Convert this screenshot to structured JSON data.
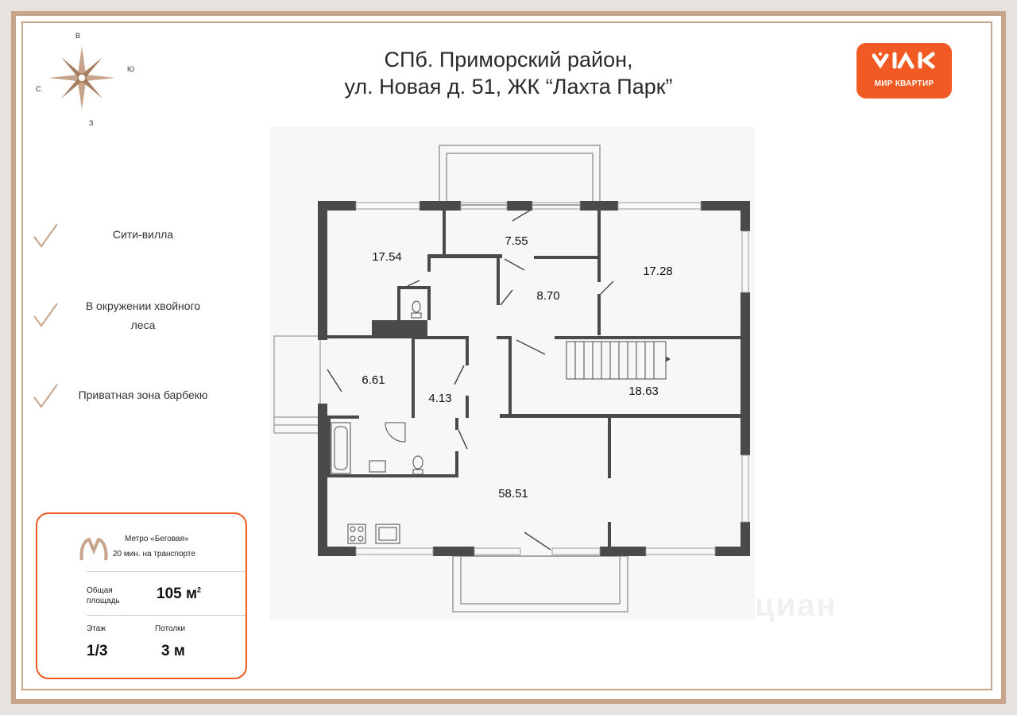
{
  "title": {
    "line1": "СПб. Приморский район,",
    "line2": "ул. Новая д. 51, ЖК “Лахта Парк”"
  },
  "logo": {
    "text": "МИР КВАРТИР",
    "color": "#f15a22"
  },
  "compass": {
    "north": "В",
    "east": "Ю",
    "west": "С",
    "south": "З"
  },
  "features": [
    {
      "text": "Сити-вилла"
    },
    {
      "text": "В окружении хвойного леса"
    },
    {
      "text": "Приватная зона барбекю"
    }
  ],
  "info": {
    "metro_name": "Метро «Беговая»",
    "metro_time": "20 мин. на транспорте",
    "area_label": "Общая площадь",
    "area_value": "105 м",
    "area_unit_sup": "2",
    "floor_label": "Этаж",
    "floor_value": "1/3",
    "ceiling_label": "Потолки",
    "ceiling_value": "3 м"
  },
  "rooms": [
    {
      "label": "17.54"
    },
    {
      "label": "7.55"
    },
    {
      "label": "17.28"
    },
    {
      "label": "8.70"
    },
    {
      "label": "6.61"
    },
    {
      "label": "4.13"
    },
    {
      "label": "18.63"
    },
    {
      "label": "58.51"
    }
  ],
  "watermark": "циан",
  "colors": {
    "accent": "#f15a22",
    "frame": "#c7a48a",
    "wall": "#4a4a4a"
  }
}
